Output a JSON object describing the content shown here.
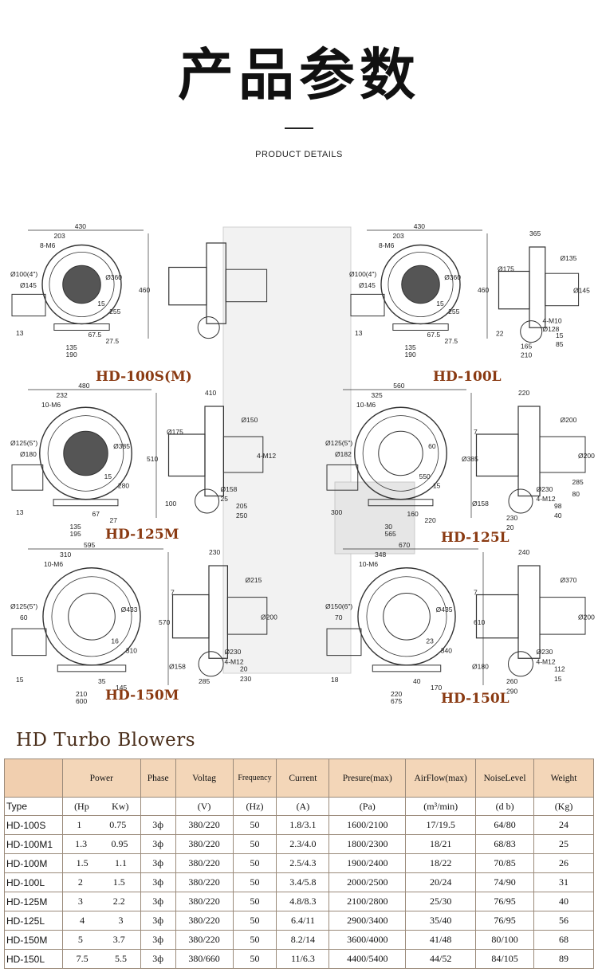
{
  "header": {
    "title": "产品参数",
    "subtitle": "PRODUCT DETAILS"
  },
  "drawings": {
    "models": [
      {
        "label": "HD-100S(M)",
        "dims": [
          "430",
          "203",
          "8-M6",
          "Ø100(4\")",
          "Ø145",
          "Ø360",
          "460",
          "15",
          "255",
          "13",
          "67.5",
          "27.5",
          "135",
          "190"
        ]
      },
      {
        "label": "HD-100L",
        "dims": [
          "430",
          "203",
          "8-M6",
          "Ø100(4\")",
          "Ø145",
          "Ø360",
          "460",
          "15",
          "255",
          "13",
          "67.5",
          "27.5",
          "135",
          "190",
          "365",
          "Ø175",
          "Ø135",
          "Ø145",
          "4-M10",
          "Ø128",
          "22",
          "15",
          "85",
          "165",
          "210"
        ]
      },
      {
        "label": "HD-125M",
        "dims": [
          "480",
          "232",
          "10-M6",
          "Ø125(5\")",
          "Ø180",
          "Ø385",
          "510",
          "15",
          "280",
          "13",
          "67",
          "27",
          "135",
          "195",
          "410",
          "Ø175",
          "Ø150",
          "4-M12",
          "Ø158",
          "25",
          "100",
          "205",
          "250"
        ]
      },
      {
        "label": "HD-125L",
        "dims": [
          "560",
          "325",
          "10-M6",
          "Ø125(5\")",
          "Ø182",
          "60",
          "Ø385",
          "550",
          "15",
          "300",
          "160",
          "220",
          "30",
          "565",
          "220",
          "7",
          "Ø200",
          "Ø200",
          "Ø230",
          "4-M12",
          "Ø158",
          "98",
          "40",
          "230",
          "20",
          "285",
          "80"
        ]
      },
      {
        "label": "HD-150M",
        "dims": [
          "595",
          "310",
          "10-M6",
          "Ø125(5\")",
          "60",
          "Ø433",
          "570",
          "16",
          "310",
          "15",
          "35",
          "145",
          "210",
          "600",
          "230",
          "7",
          "Ø215",
          "Ø200",
          "Ø230",
          "4-M12",
          "Ø158",
          "20",
          "230",
          "285"
        ]
      },
      {
        "label": "HD-150L",
        "dims": [
          "670",
          "348",
          "10-M6",
          "Ø150(6\")",
          "70",
          "Ø435",
          "610",
          "23",
          "340",
          "18",
          "40",
          "170",
          "220",
          "675",
          "240",
          "7",
          "Ø370",
          "Ø200",
          "Ø230",
          "4-M12",
          "Ø180",
          "112",
          "15",
          "260",
          "290"
        ]
      }
    ],
    "colors": {
      "label": "#8a3a12",
      "line": "#333333"
    }
  },
  "table": {
    "title": "HD Turbo Blowers",
    "headers": [
      "Power",
      "Phase",
      "Voltag",
      "Frequency",
      "Current",
      "Presure(max)",
      "AirFlow(max)",
      "NoiseLevel",
      "Weight"
    ],
    "units": {
      "type": "Type",
      "power_hp": "(Hp",
      "power_kw": "Kw)",
      "voltage": "(V)",
      "frequency": "(Hz)",
      "current": "(A)",
      "pressure": "(Pa)",
      "airflow": "(m³/min)",
      "noise": "(d b)",
      "weight": "(Kg)"
    },
    "rows": [
      {
        "type": "HD-100S",
        "hp": "1",
        "kw": "0.75",
        "phase": "3ф",
        "voltage": "380/220",
        "freq": "50",
        "current": "1.8/3.1",
        "pressure": "1600/2100",
        "airflow": "17/19.5",
        "noise": "64/80",
        "weight": "24"
      },
      {
        "type": "HD-100M1",
        "hp": "1.3",
        "kw": "0.95",
        "phase": "3ф",
        "voltage": "380/220",
        "freq": "50",
        "current": "2.3/4.0",
        "pressure": "1800/2300",
        "airflow": "18/21",
        "noise": "68/83",
        "weight": "25"
      },
      {
        "type": "HD-100M",
        "hp": "1.5",
        "kw": "1.1",
        "phase": "3ф",
        "voltage": "380/220",
        "freq": "50",
        "current": "2.5/4.3",
        "pressure": "1900/2400",
        "airflow": "18/22",
        "noise": "70/85",
        "weight": "26"
      },
      {
        "type": "HD-100L",
        "hp": "2",
        "kw": "1.5",
        "phase": "3ф",
        "voltage": "380/220",
        "freq": "50",
        "current": "3.4/5.8",
        "pressure": "2000/2500",
        "airflow": "20/24",
        "noise": "74/90",
        "weight": "31"
      },
      {
        "type": "HD-125M",
        "hp": "3",
        "kw": "2.2",
        "phase": "3ф",
        "voltage": "380/220",
        "freq": "50",
        "current": "4.8/8.3",
        "pressure": "2100/2800",
        "airflow": "25/30",
        "noise": "76/95",
        "weight": "40"
      },
      {
        "type": "HD-125L",
        "hp": "4",
        "kw": "3",
        "phase": "3ф",
        "voltage": "380/220",
        "freq": "50",
        "current": "6.4/11",
        "pressure": "2900/3400",
        "airflow": "35/40",
        "noise": "76/95",
        "weight": "56"
      },
      {
        "type": "HD-150M",
        "hp": "5",
        "kw": "3.7",
        "phase": "3ф",
        "voltage": "380/220",
        "freq": "50",
        "current": "8.2/14",
        "pressure": "3600/4000",
        "airflow": "41/48",
        "noise": "80/100",
        "weight": "68"
      },
      {
        "type": "HD-150L",
        "hp": "7.5",
        "kw": "5.5",
        "phase": "3ф",
        "voltage": "380/660",
        "freq": "50",
        "current": "11/6.3",
        "pressure": "4400/5400",
        "airflow": "44/52",
        "noise": "84/105",
        "weight": "89"
      }
    ],
    "colors": {
      "header_bg": "#f3d6b8",
      "border": "#9a8a7a"
    }
  }
}
